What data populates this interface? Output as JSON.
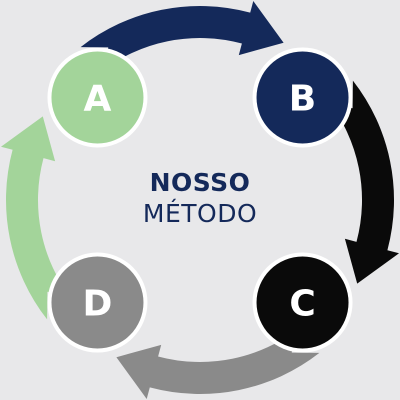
{
  "center": {
    "title": "NOSSO",
    "subtitle": "MÉTODO"
  },
  "colors": {
    "background": "#e8e8ea",
    "text": "#14295a",
    "a": "#a3d49a",
    "b": "#14295a",
    "c": "#0a0a0a",
    "d": "#8a8a8a",
    "node_ring": "#ffffff"
  },
  "steps": [
    {
      "letter": "A",
      "color_key": "a"
    },
    {
      "letter": "B",
      "color_key": "b"
    },
    {
      "letter": "C",
      "color_key": "c"
    },
    {
      "letter": "D",
      "color_key": "d"
    }
  ]
}
